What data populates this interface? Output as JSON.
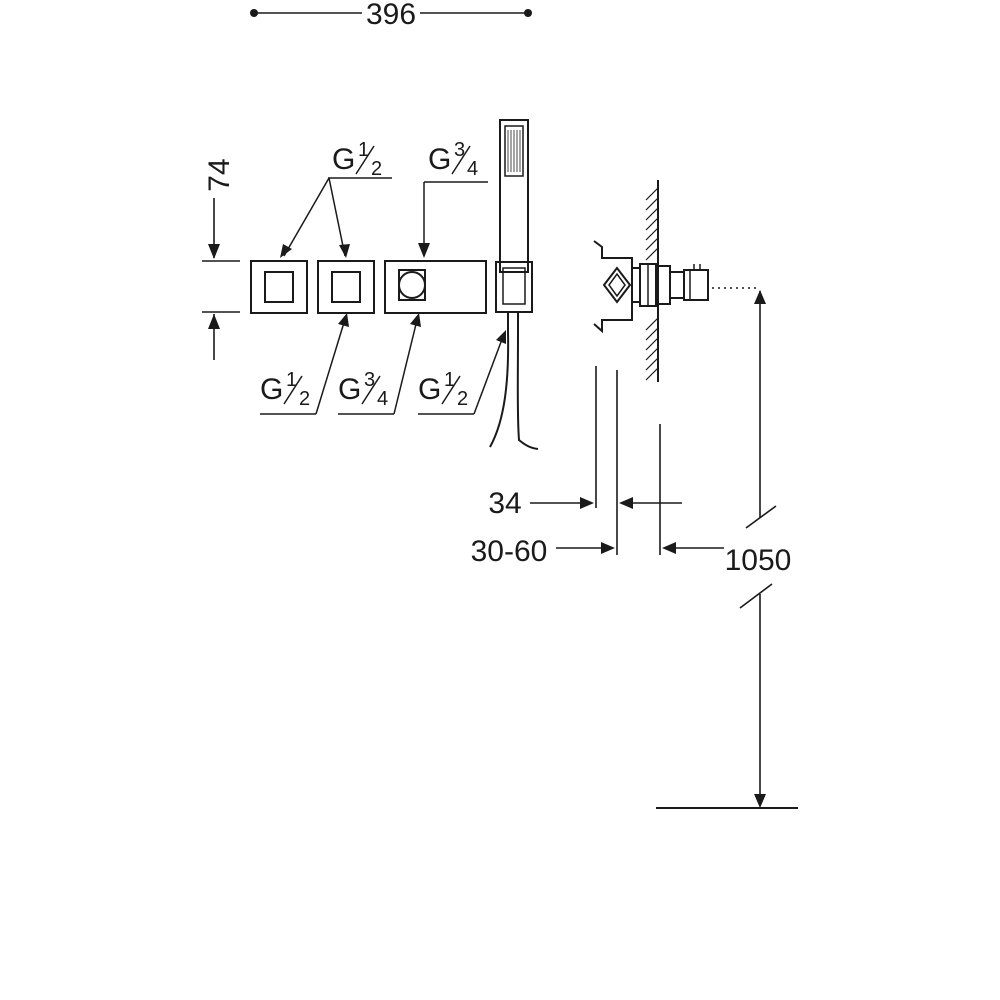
{
  "dimensions": {
    "total_width": "396",
    "height": "74",
    "panel_depth": "34",
    "wall_range": "30-60",
    "install_height": "1050"
  },
  "connections": {
    "top_left": {
      "prefix": "G",
      "num": "1",
      "den": "2"
    },
    "top_right": {
      "prefix": "G",
      "num": "3",
      "den": "4"
    },
    "bottom_left": {
      "prefix": "G",
      "num": "1",
      "den": "2"
    },
    "bottom_middle": {
      "prefix": "G",
      "num": "3",
      "den": "4"
    },
    "bottom_right": {
      "prefix": "G",
      "num": "1",
      "den": "2"
    }
  }
}
